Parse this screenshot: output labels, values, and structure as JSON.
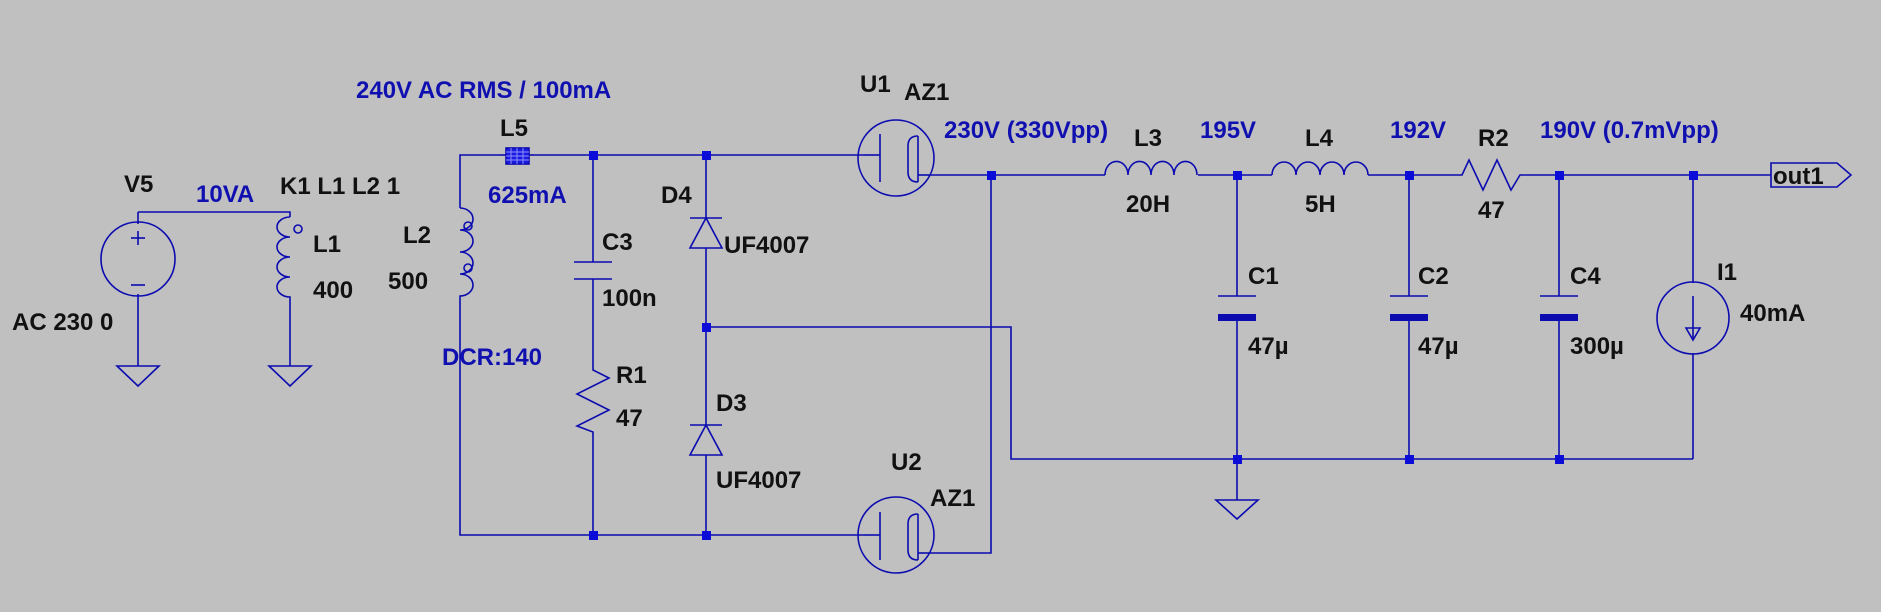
{
  "labels": {
    "v5_name": "V5",
    "v5_value": "AC 230 0",
    "power_note": "10VA",
    "coupling": "K1 L1 L2 1",
    "l1_name": "L1",
    "l1_value": "400",
    "l2_name": "L2",
    "l2_value": "500",
    "dcr_note": "DCR:140",
    "rms_note": "240V AC RMS / 100mA",
    "l5_name": "L5",
    "l5_current": "625mA",
    "c3_name": "C3",
    "c3_value": "100n",
    "r1_name": "R1",
    "r1_value": "47",
    "d4_name": "D4",
    "d4_value": "UF4007",
    "d3_name": "D3",
    "d3_value": "UF4007",
    "u1_name": "U1",
    "u1_value": "AZ1",
    "u2_name": "U2",
    "u2_value": "AZ1",
    "node1_voltage": "230V (330Vpp)",
    "l3_name": "L3",
    "l3_value": "20H",
    "node2_voltage": "195V",
    "l4_name": "L4",
    "l4_value": "5H",
    "node3_voltage": "192V",
    "r2_name": "R2",
    "r2_value": "47",
    "node4_voltage": "190V (0.7mVpp)",
    "c1_name": "C1",
    "c1_value": "47µ",
    "c2_name": "C2",
    "c2_value": "47µ",
    "c4_name": "C4",
    "c4_value": "300µ",
    "i1_name": "I1",
    "i1_value": "40mA",
    "out_label": "out1"
  },
  "colors": {
    "background": "#c0c0c0",
    "wire": "#0b0bb0",
    "junction": "#0c0cd8",
    "annotation_text": "#1010b0",
    "component_text": "#111111"
  }
}
